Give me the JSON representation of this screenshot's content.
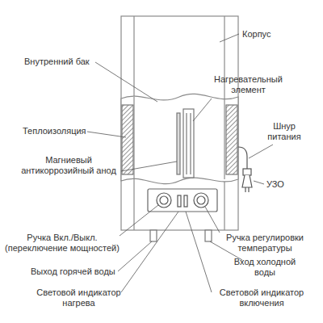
{
  "diagram": {
    "labels": [
      "Корпус",
      "Внутренний бак",
      "Нагревательный элемент",
      "Теплоизоляция",
      "Шнур питания",
      "Магниевый антикоррозийный анод",
      "УЗО",
      "Ручка Вкл./Выкл. (переключение мощностей)",
      "Ручка регулировки температуры",
      "Выход горячей воды",
      "Вход холодной воды",
      "Световой индикатор нагрева",
      "Световой индикатор включения"
    ]
  }
}
